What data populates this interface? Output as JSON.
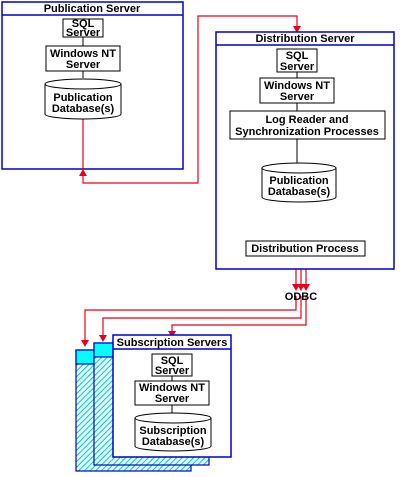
{
  "publication_server": {
    "title": "Publication Server",
    "sql": [
      "SQL",
      "Server"
    ],
    "os": [
      "Windows NT",
      "Server"
    ],
    "db": [
      "Publication",
      "Database(s)"
    ]
  },
  "distribution_server": {
    "title": "Distribution Server",
    "sql": [
      "SQL",
      "Server"
    ],
    "os": [
      "Windows NT",
      "Server"
    ],
    "log_reader": [
      "Log Reader and",
      "Synchronization Processes"
    ],
    "db": [
      "Publication",
      "Database(s)"
    ],
    "distribution": "Distribution Process"
  },
  "odbc": "ODBC",
  "subscription_servers": {
    "title": "Subscription Servers",
    "sql": [
      "SQL",
      "Server"
    ],
    "os": [
      "Windows NT",
      "Server"
    ],
    "db": [
      "Subscription",
      "Database(s)"
    ]
  },
  "colors": {
    "frame": "#0000cc",
    "connector": "#e8001c",
    "hatch": "#00c8c8",
    "tab": "#00ffff"
  }
}
